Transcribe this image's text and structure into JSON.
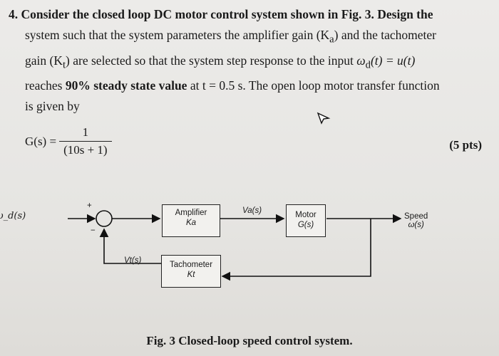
{
  "problem": {
    "line1_number": "4.",
    "line1_text": "Consider the closed loop DC motor control system shown in",
    "line1_figref": "Fig. 3.",
    "line1_design": "Design the",
    "line2": "system such that the system parameters  the amplifier gain (K",
    "line2_sub1": "a",
    "line2_mid": ") and the tachometer",
    "line3_pre": "gain (K",
    "line3_sub": "t",
    "line3_mid": ") are selected so that the system step response to the input",
    "line3_input": "ω",
    "line3_input_sub": "d",
    "line3_post": "(t) = u(t)",
    "line4_pre": "reaches",
    "line4_bold": "90% steady state value",
    "line4_mid": "at",
    "line4_t": "t = 0.5 s.",
    "line4_post": "The open loop motor transfer function",
    "line5": "is given by"
  },
  "equation": {
    "lhs": "G(s) =",
    "numerator": "1",
    "denominator": "(10s + 1)"
  },
  "points": "(5 pts)",
  "diagram": {
    "input_label": "ω_d(s)",
    "plus": "+",
    "minus": "−",
    "amplifier_title": "Amplifier",
    "amplifier_gain": "Ka",
    "va_label": "Va(s)",
    "motor_title": "Motor",
    "motor_tf": "G(s)",
    "output_title": "Speed",
    "output_symbol": "ω(s)",
    "vt_label": "Vt(s)",
    "tach_title": "Tachometer",
    "tach_gain": "Kt"
  },
  "caption": "Fig. 3 Closed-loop speed control system."
}
